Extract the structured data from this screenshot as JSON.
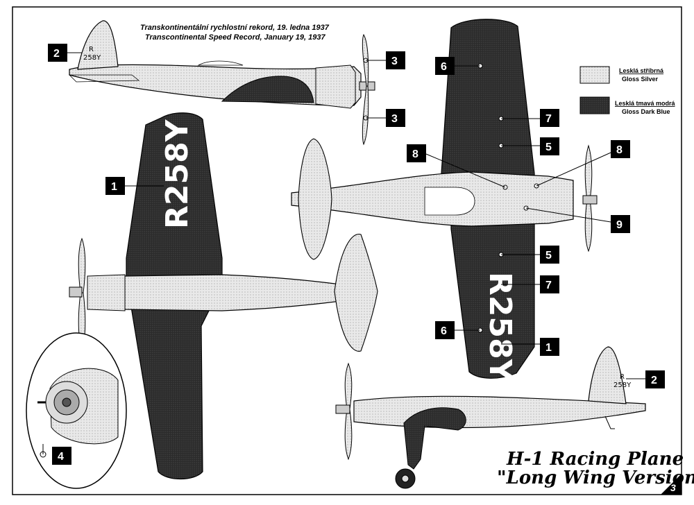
{
  "header": {
    "line_cz": "Transkontinentální rychlostní rekord, 19. ledna 1937",
    "line_en": "Transcontinental Speed Record, January 19, 1937"
  },
  "legend": [
    {
      "name": "Lesklá stříbrná",
      "sub": "Gloss Silver",
      "color": "#e4e4e4"
    },
    {
      "name": "Lesklá tmavá modrá",
      "sub": "Gloss Dark Blue",
      "color": "#2f2f2f"
    }
  ],
  "registration": {
    "wing": "R258Y",
    "tail_top": "R",
    "tail_bottom": "258Y"
  },
  "callouts": {
    "c1": "1",
    "c2": "2",
    "c3": "3",
    "c4": "4",
    "c5": "5",
    "c6": "6",
    "c7": "7",
    "c8": "8",
    "c9": "9"
  },
  "title": {
    "line1": "H-1 Racing Plane",
    "line2": "\"Long Wing Version\""
  },
  "page_number": "3",
  "colors": {
    "silver": "#e4e4e4",
    "dark_blue": "#2f2f2f",
    "outline": "#000000"
  }
}
